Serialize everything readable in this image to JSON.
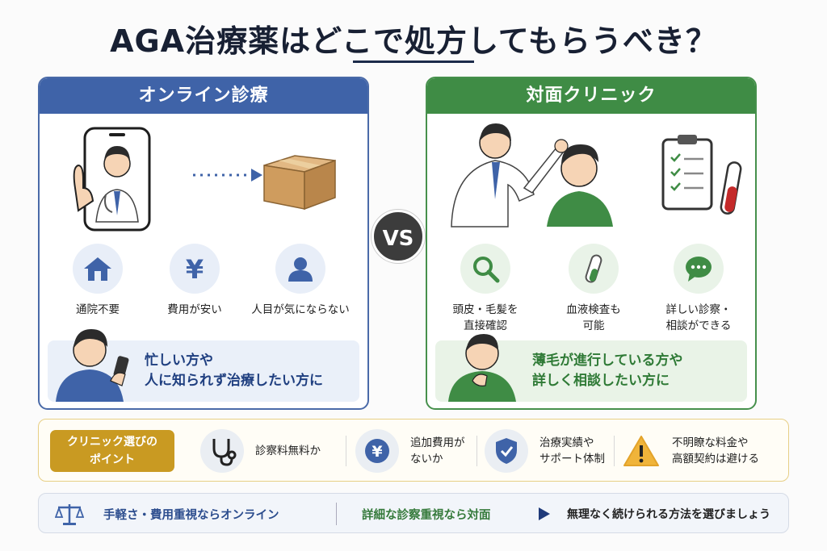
{
  "title": "AGA治療薬はどこで処方してもらうべき？",
  "vs": "VS",
  "online": {
    "header": "オンライン診療",
    "features": [
      {
        "icon": "house-icon",
        "label": "通院不要"
      },
      {
        "icon": "yen-icon",
        "label": "費用が安い"
      },
      {
        "icon": "person-icon",
        "label": "人目が気にならない"
      }
    ],
    "target_line1": "忙しい方や",
    "target_line2": "人に知られず治療したい方に"
  },
  "clinic": {
    "header": "対面クリニック",
    "features": [
      {
        "icon": "magnifier-icon",
        "label_line1": "頭皮・毛髪を",
        "label_line2": "直接確認"
      },
      {
        "icon": "test-tube-icon",
        "label_line1": "血液検査も",
        "label_line2": "可能"
      },
      {
        "icon": "chat-bubble-icon",
        "label_line1": "詳しい診察・",
        "label_line2": "相談ができる"
      }
    ],
    "target_line1": "薄毛が進行している方や",
    "target_line2": "詳しく相談したい方に"
  },
  "points": {
    "badge_line1": "クリニック選びの",
    "badge_line2": "ポイント",
    "items": [
      {
        "icon": "stethoscope-icon",
        "line1": "診察料無料か",
        "line2": ""
      },
      {
        "icon": "yen-icon",
        "line1": "追加費用が",
        "line2": "ないか"
      },
      {
        "icon": "shield-check-icon",
        "line1": "治療実績や",
        "line2": "サポート体制"
      },
      {
        "icon": "warning-icon",
        "line1": "不明瞭な料金や",
        "line2": "高額契約は避ける"
      }
    ]
  },
  "summary": {
    "online": "手軽さ・費用重視ならオンライン",
    "clinic": "詳細な診察重視なら対面",
    "conclusion": "無理なく続けられる方法を選びましょう"
  },
  "colors": {
    "online": "#3f63a8",
    "clinic": "#3f8c45",
    "accent": "#c99a22",
    "title": "#182033"
  }
}
